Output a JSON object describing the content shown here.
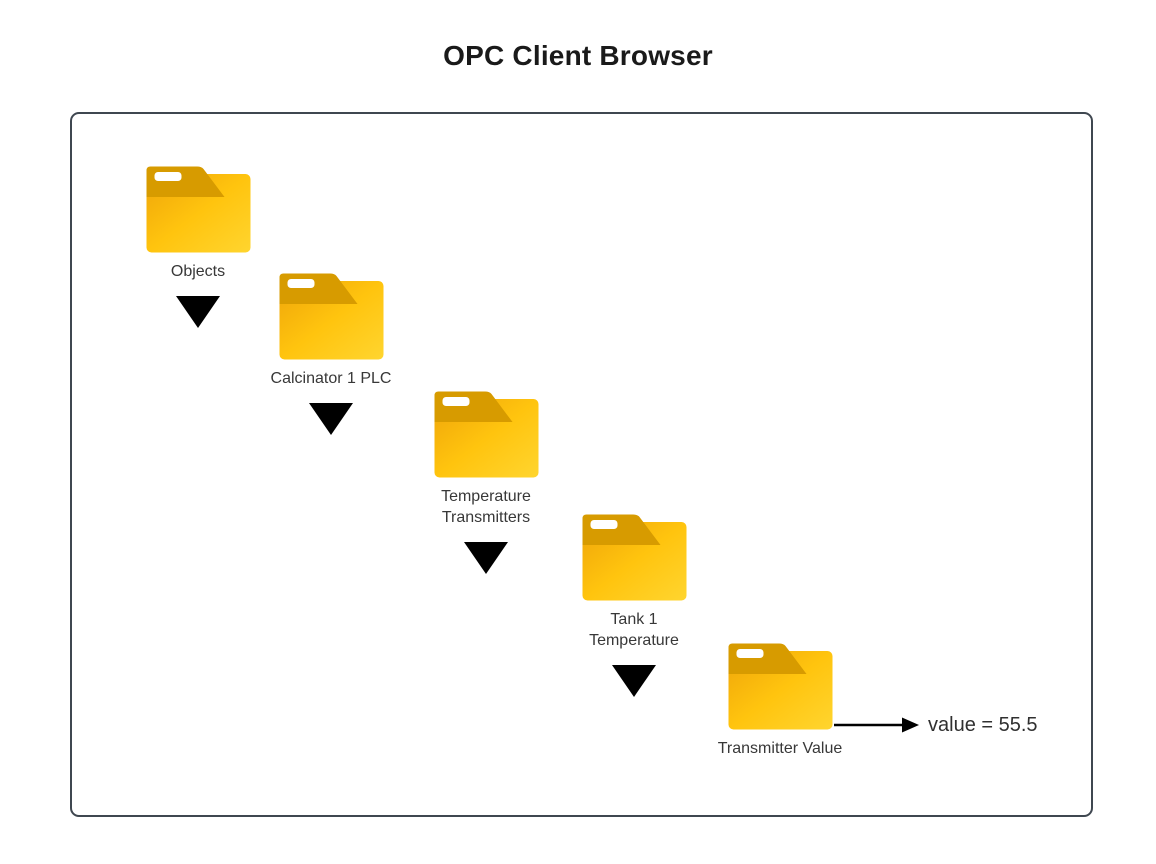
{
  "title": "OPC Client Browser",
  "panel": {
    "border_color": "#3F4750",
    "background": "#FFFFFF"
  },
  "tree": {
    "nodes": [
      {
        "label": "Objects",
        "lines": [
          "Objects"
        ],
        "icon": "folder-icon",
        "expanded": true
      },
      {
        "label": "Calcinator 1 PLC",
        "lines": [
          "Calcinator 1 PLC"
        ],
        "icon": "folder-icon",
        "expanded": true
      },
      {
        "label": "Temperature Transmitters",
        "lines": [
          "Temperature",
          "Transmitters"
        ],
        "icon": "folder-icon",
        "expanded": true
      },
      {
        "label": "Tank 1 Temperature",
        "lines": [
          "Tank 1",
          "Temperature"
        ],
        "icon": "folder-icon",
        "expanded": true
      },
      {
        "label": "Transmitter Value",
        "lines": [
          "Transmitter Value"
        ],
        "icon": "folder-icon",
        "expanded": false
      }
    ]
  },
  "value_annotation": {
    "text": "value = 55.5",
    "value": 55.5
  },
  "colors": {
    "folder_tab": "#D79B00",
    "folder_body_top": "#EFA50A",
    "folder_body_mid": "#FFC40E",
    "folder_body_bottom": "#FFD52F",
    "folder_slot": "#FFFFFF",
    "expand_triangle": "#000000",
    "arrow": "#000000",
    "label_text": "#383838",
    "value_text": "#303030",
    "title_text": "#1A1A1A",
    "panel_border": "#3F4750"
  }
}
